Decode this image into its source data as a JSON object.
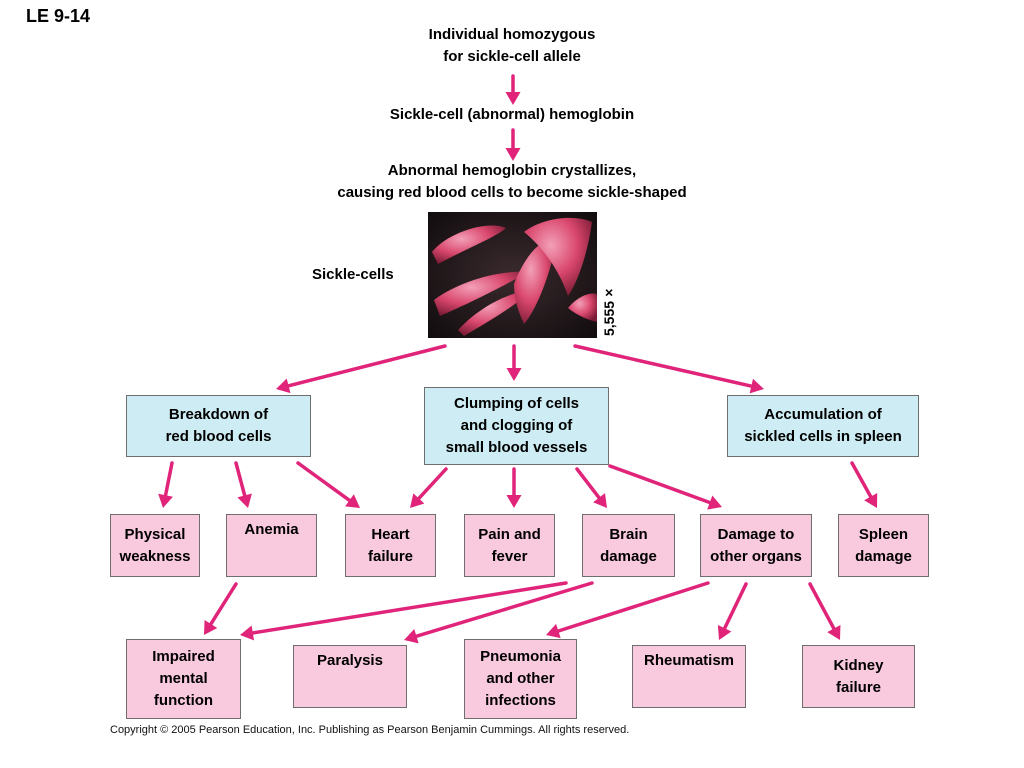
{
  "slide_label": "LE 9-14",
  "steps": {
    "individual": "Individual homozygous\nfor sickle-cell allele",
    "hemoglobin": "Sickle-cell (abnormal) hemoglobin",
    "crystallizes": "Abnormal hemoglobin crystallizes,\ncausing red blood cells to become sickle-shaped"
  },
  "photo": {
    "label": "Sickle-cells",
    "magnification": "5,555×"
  },
  "effects": {
    "breakdown": "Breakdown of\nred blood cells",
    "clumping": "Clumping of cells\nand clogging of\nsmall blood vessels",
    "accumulation": "Accumulation of\nsickled cells in spleen"
  },
  "symptoms": {
    "physical_weakness": "Physical\nweakness",
    "anemia": "Anemia",
    "heart_failure": "Heart\nfailure",
    "pain_fever": "Pain and\nfever",
    "brain_damage": "Brain\ndamage",
    "organ_damage": "Damage to\nother organs",
    "spleen_damage": "Spleen\ndamage"
  },
  "outcomes": {
    "impaired_mental": "Impaired\nmental\nfunction",
    "paralysis": "Paralysis",
    "pneumonia": "Pneumonia\nand other\ninfections",
    "rheumatism": "Rheumatism",
    "kidney_failure": "Kidney\nfailure"
  },
  "colors": {
    "arrow": "#e0247a",
    "effect_box": "#cdecf3",
    "symptom_box": "#f9c9de",
    "cell": "#d9476d"
  },
  "copyright": "Copyright © 2005 Pearson Education, Inc. Publishing as Pearson Benjamin Cummings. All rights reserved."
}
